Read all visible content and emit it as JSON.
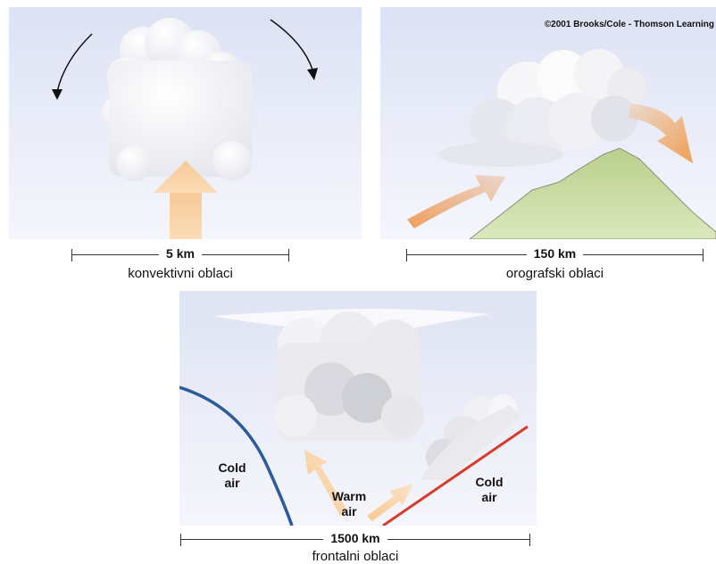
{
  "copyright": "©2001 Brooks/Cole - Thomson Learning",
  "panels": {
    "convective": {
      "distance": "5 km",
      "caption": "konvektivni oblaci"
    },
    "orographic": {
      "distance": "150 km",
      "caption": "orografski oblaci"
    },
    "frontal": {
      "distance": "1500 km",
      "caption": "frontalni oblaci",
      "cold_air_left": [
        "Cold",
        "air"
      ],
      "warm_air": [
        "Warm",
        "air"
      ],
      "cold_air_right": [
        "Cold",
        "air"
      ]
    }
  },
  "colors": {
    "sky_top": "#dfe3f4",
    "sky_bottom": "#f6f7fc",
    "rising_air": "#f9d2a6",
    "orographic_arrow": "#eea468",
    "mountain": "#c9dc9f",
    "cold_front": "#2a5c9c",
    "warm_front": "#d63b2b"
  }
}
